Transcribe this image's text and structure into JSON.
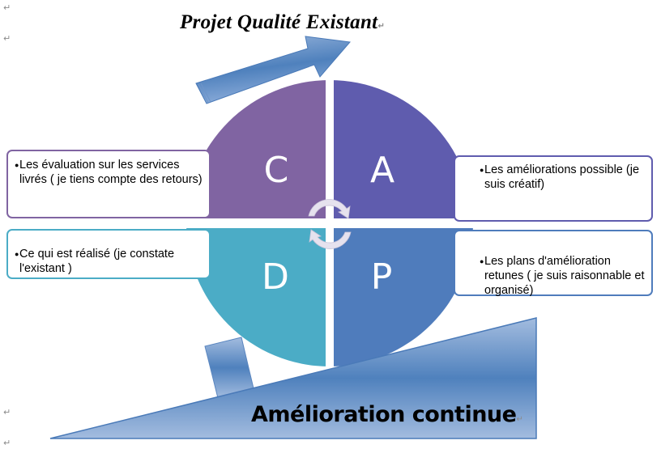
{
  "title": "Projet Qualité Existant",
  "paragraph_mark": "↵",
  "cycle": {
    "quadrants": [
      {
        "id": "C",
        "letter": "C",
        "color": "#8064a2",
        "description": "Les évaluation sur les services livrés ( je tiens compte des retours)"
      },
      {
        "id": "A",
        "letter": "A",
        "color": "#5f5cae",
        "description": "Les améliorations possible (je suis créatif)"
      },
      {
        "id": "D",
        "letter": "D",
        "color": "#4bacc6",
        "description": "Ce qui est réalisé (je constate l'existant )"
      },
      {
        "id": "P",
        "letter": "P",
        "color": "#4f7cbc",
        "description": "Les plans d'amélioration retunes ( je suis raisonnable et organisé)"
      }
    ],
    "center_icon": "rotate-cycle-icon"
  },
  "footer": {
    "label": "Amélioration continue",
    "color": "#4f81bd"
  },
  "arrow": {
    "icon": "upward-arrow-icon",
    "color": "#4f81bd"
  }
}
